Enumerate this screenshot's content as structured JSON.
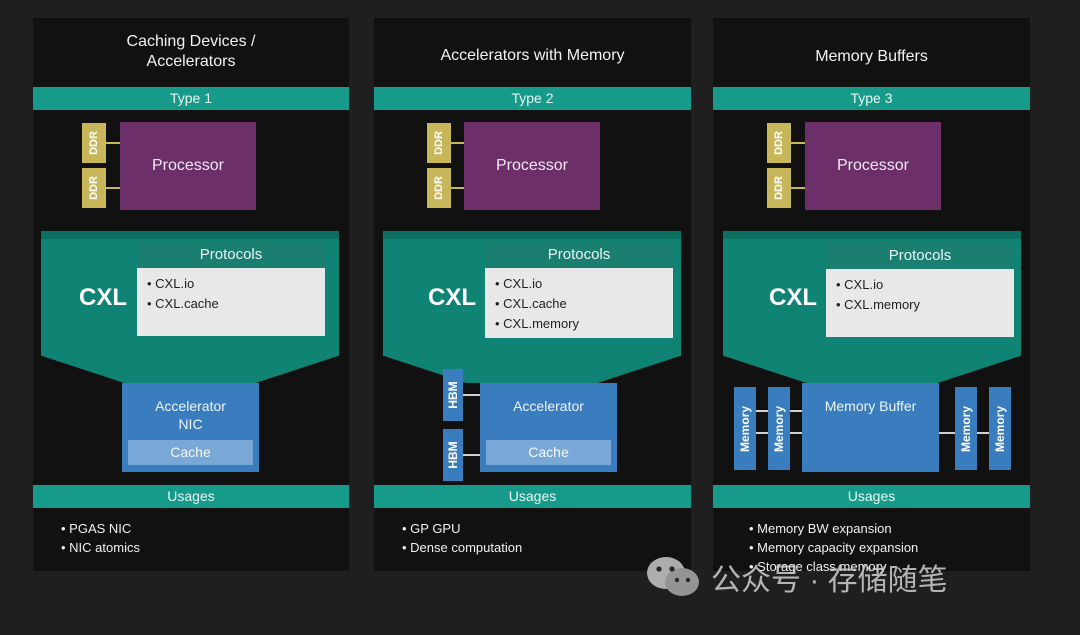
{
  "panels": [
    {
      "title_line1": "Caching Devices /",
      "title_line2": "Accelerators",
      "type_label": "Type 1",
      "processor": "Processor",
      "ddr": [
        "DDR",
        "DDR"
      ],
      "cxl": "CXL",
      "protocols_header": "Protocols",
      "protocols": [
        "• CXL.io",
        "• CXL.cache"
      ],
      "device_line1": "Accelerator",
      "device_line2": "NIC",
      "cache": "Cache",
      "usages_label": "Usages",
      "usages": [
        "• PGAS NIC",
        "• NIC atomics"
      ]
    },
    {
      "title_line1": "Accelerators with Memory",
      "type_label": "Type 2",
      "processor": "Processor",
      "ddr": [
        "DDR",
        "DDR"
      ],
      "cxl": "CXL",
      "protocols_header": "Protocols",
      "protocols": [
        "• CXL.io",
        "• CXL.cache",
        "• CXL.memory"
      ],
      "device_line1": "Accelerator",
      "cache": "Cache",
      "hbm": [
        "HBM",
        "HBM"
      ],
      "usages_label": "Usages",
      "usages": [
        "• GP GPU",
        "• Dense computation"
      ]
    },
    {
      "title_line1": "Memory Buffers",
      "type_label": "Type 3",
      "processor": "Processor",
      "ddr": [
        "DDR",
        "DDR"
      ],
      "cxl": "CXL",
      "protocols_header": "Protocols",
      "protocols": [
        "• CXL.io",
        "• CXL.memory"
      ],
      "device_line1": "Memory Buffer",
      "memory": [
        "Memory",
        "Memory",
        "Memory",
        "Memory"
      ],
      "usages_label": "Usages",
      "usages": [
        "• Memory BW expansion",
        "• Memory capacity expansion",
        "• Storage class memory"
      ]
    }
  ],
  "watermark": "公众号 · 存储随笔",
  "icons": {
    "watermark": "wechat-icon"
  },
  "colors": {
    "teal": "#169b8a",
    "processor": "#6c2f6a",
    "ddr": "#c8b65a",
    "device": "#3a7dbf",
    "background": "#111111"
  }
}
